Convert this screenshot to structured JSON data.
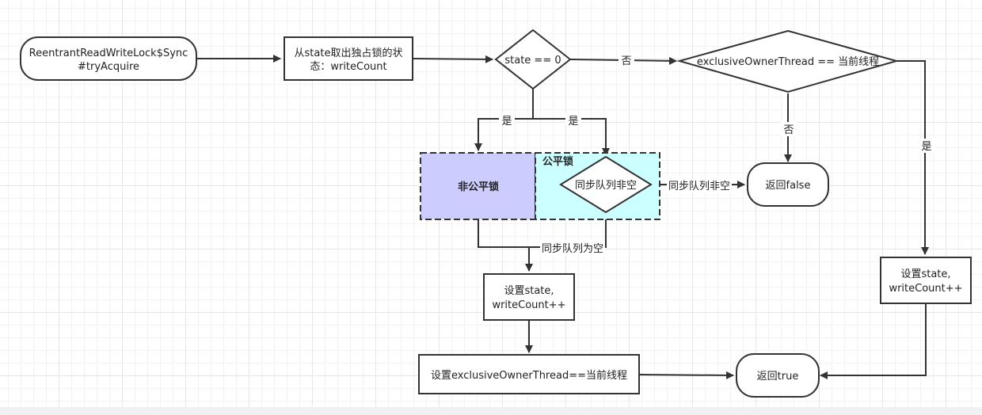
{
  "nodes": {
    "start": [
      "ReentrantReadWriteLock$Sync",
      "#tryAcquire"
    ],
    "get_state": [
      "从state取出独占锁的状",
      "态：writeCount"
    ],
    "state_zero": "state == 0",
    "owner_check": "exclusiveOwnerThread == 当前线程",
    "nonfair": "非公平锁",
    "fair": "公平锁",
    "queue_check": "同步队列非空",
    "return_false": "返回false",
    "set_state_left": [
      "设置state,",
      "writeCount++"
    ],
    "set_state_right": [
      "设置state,",
      "writeCount++"
    ],
    "set_owner": "设置exclusiveOwnerThread==当前线程",
    "return_true": "返回true"
  },
  "edges": {
    "no_1": "否",
    "no_2": "否",
    "yes_1": "是",
    "yes_2": "是",
    "yes_3": "是",
    "queue_nonempty": "同步队列非空",
    "queue_empty": "同步队列为空"
  },
  "colors": {
    "nonfair_fill": "#ccccff",
    "fair_fill": "#ccffff",
    "line": "#333333"
  }
}
